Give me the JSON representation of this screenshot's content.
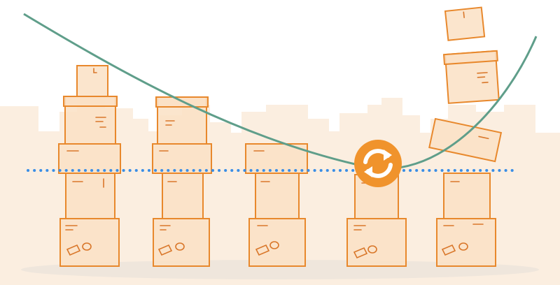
{
  "scene": {
    "colors": {
      "background": "#ffffff",
      "skyline": "#fbeee0",
      "ground_shadow": "#efe6dc",
      "box_fill": "#fae1c4",
      "box_stroke": "#e8882c",
      "box_detail": "#d9772a",
      "curve": "#5f9e8a",
      "baseline_dots": "#3a8ee6",
      "refresh_badge": "#f0932c",
      "refresh_arrows": "#ffffff"
    },
    "stacks": [
      {
        "name": "stack-1",
        "boxes": 5,
        "state": "stable"
      },
      {
        "name": "stack-2",
        "boxes": 4,
        "state": "stable"
      },
      {
        "name": "stack-3",
        "boxes": 3,
        "state": "stable"
      },
      {
        "name": "stack-4",
        "boxes": 2,
        "state": "refreshing"
      },
      {
        "name": "stack-5",
        "boxes": 5,
        "state": "toppling"
      }
    ],
    "icons": {
      "refresh": "refresh-icon"
    },
    "curve_shape": "u-curve"
  }
}
